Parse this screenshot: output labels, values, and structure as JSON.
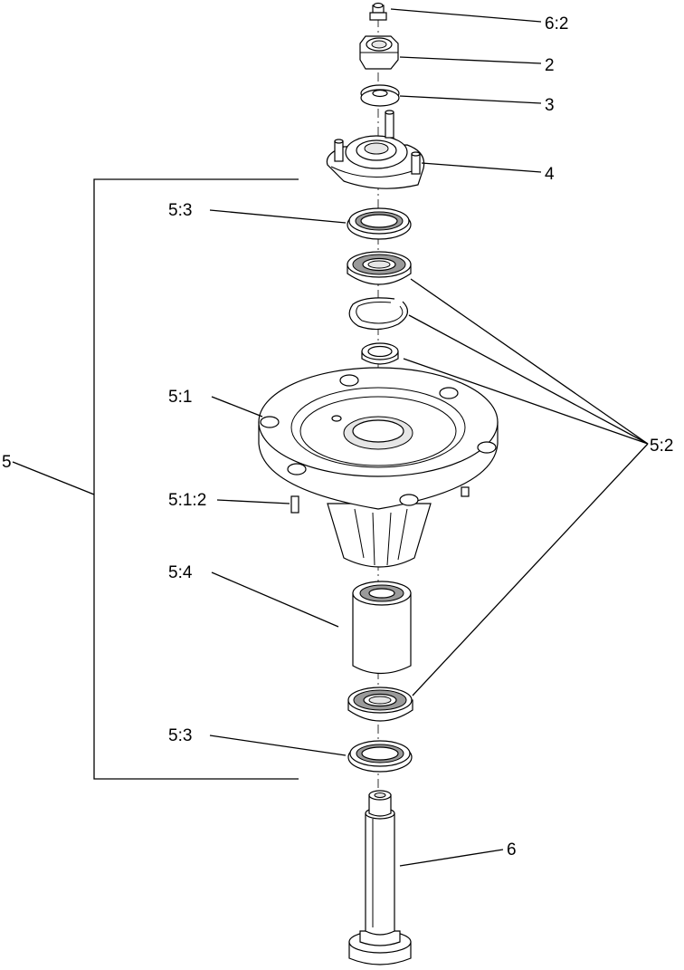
{
  "labels": {
    "l_6_2": "6:2",
    "l_2": "2",
    "l_3": "3",
    "l_4": "4",
    "l_5_3_top": "5:3",
    "l_5_1": "5:1",
    "l_5": "5",
    "l_5_2": "5:2",
    "l_5_1_2": "5:1:2",
    "l_5_4": "5:4",
    "l_5_3_bottom": "5:3",
    "l_6": "6"
  }
}
